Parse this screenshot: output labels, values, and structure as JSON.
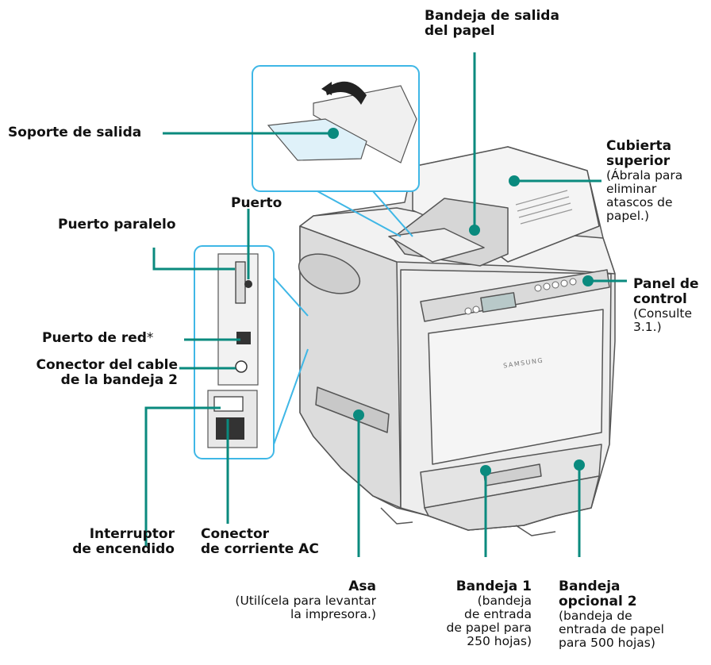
{
  "brand": "SAMSUNG",
  "colors": {
    "teal": "#0a8a7e",
    "inset": "#3fb7e6",
    "body": "#e6e6e6",
    "shade": "#b9b9b9"
  },
  "labels": {
    "bandeja_salida": "Bandeja de salida\ndel papel",
    "cubierta": "Cubierta\nsuperior",
    "cubierta_sub": "(Ábrala para\neliminar\natascos de\npapel.)",
    "soporte": "Soporte de salida",
    "puerto": "Puerto",
    "puerto_paralelo": "Puerto paralelo",
    "puerto_red": "Puerto de red",
    "puerto_red_star": "*",
    "conector_cable": "Conector del cable\nde la bandeja 2",
    "panel": "Panel de\ncontrol",
    "panel_sub": "(Consulte\n3.1.)",
    "interruptor": "Interruptor\nde encendido",
    "conector_ac": "Conector\nde corriente AC",
    "asa": "Asa",
    "asa_sub": "(Utilícela para levantar\nla impresora.)",
    "bandeja1": "Bandeja 1",
    "bandeja1_sub": "(bandeja\nde entrada\nde papel para\n250 hojas)",
    "bandeja2": "Bandeja\nopcional 2",
    "bandeja2_sub": "(bandeja de\nentrada de papel\npara 500 hojas)"
  }
}
